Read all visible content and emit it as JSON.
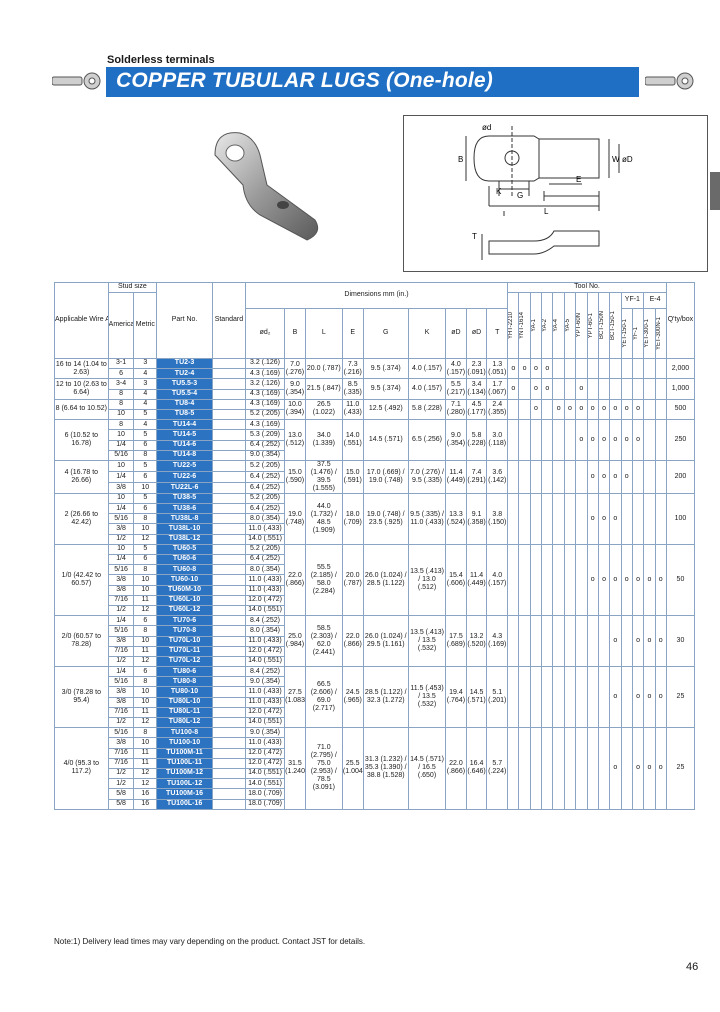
{
  "header": {
    "section": "Solderless terminals",
    "title": "COPPER TUBULAR LUGS (One-hole)"
  },
  "colors": {
    "banner": "#1f6fc4",
    "partno_bg": "#2c73c2",
    "grid": "#8aa4c4"
  },
  "diagram_labels": {
    "phid": "ød",
    "B": "B",
    "W": "W",
    "phiD": "øD",
    "K": "K",
    "E": "E",
    "G": "G",
    "L": "L",
    "T": "T"
  },
  "table": {
    "head": {
      "wire": "Applicable Wire AWG# (mm²)",
      "stud": "Stud size",
      "american": "American",
      "metric": "Metric",
      "partno": "Part No.",
      "standard": "Standard",
      "dims": "Dimensions mm (in.)",
      "tool": "Tool No.",
      "qty": "Q'ty/box",
      "d_cols": [
        "ød₂",
        "B",
        "L",
        "E",
        "G",
        "K",
        "øD",
        "øD",
        "T"
      ],
      "tools": [
        "YHT-2210",
        "YNT-1614",
        "YA-1",
        "YA-2",
        "YA-4",
        "YA-5",
        "YPT-60N",
        "YPT-60-1",
        "BCT-150N",
        "BCT-150-1",
        "YET-150-1",
        "YF-1",
        "YET-300-1",
        "YET-300N-1"
      ],
      "tool_groups": [
        "YF-1",
        "E-4"
      ]
    },
    "groups": [
      {
        "awg": "16 to 14 (1.04 to 2.63)",
        "qty": "2,000",
        "rows": [
          {
            "am": "3-1",
            "me": "3",
            "pn": "TU2-3",
            "d2": "3.2 (.126)"
          },
          {
            "am": "6",
            "me": "4",
            "pn": "TU2-4",
            "d2": "4.3 (.169)"
          }
        ],
        "b": "7.0 (.276)",
        "l": "20.0 (.787)",
        "e": "7.3 (.216)",
        "g": "9.5 (.374)",
        "k": "4.0 (.157)",
        "D": "4.0 (.157)",
        "D2": "2.3 (.091)",
        "t": "1.3 (.051)",
        "tools": [
          "o",
          "o",
          "o",
          "o",
          "",
          "",
          "",
          "",
          "",
          "",
          "",
          "",
          "",
          ""
        ]
      },
      {
        "awg": "12 to 10 (2.63 to 6.64)",
        "qty": "1,000",
        "rows": [
          {
            "am": "3-4",
            "me": "3",
            "pn": "TU5.5-3",
            "d2": "3.2 (.126)"
          },
          {
            "am": "8",
            "me": "4",
            "pn": "TU5.5-4",
            "d2": "4.3 (.169)"
          }
        ],
        "b": "9.0 (.354)",
        "l": "21.5 (.847)",
        "e": "8.5 (.335)",
        "g": "9.5 (.374)",
        "k": "4.0 (.157)",
        "D": "5.5 (.217)",
        "D2": "3.4 (.134)",
        "t": "1.7 (.067)",
        "tools": [
          "o",
          "",
          "o",
          "o",
          "",
          "",
          "o",
          "",
          "",
          "",
          "",
          "",
          "",
          ""
        ]
      },
      {
        "awg": "8 (6.64 to 10.52)",
        "qty": "500",
        "rows": [
          {
            "am": "8",
            "me": "4",
            "pn": "TU8-4",
            "d2": "4.3 (.169)"
          },
          {
            "am": "10",
            "me": "5",
            "pn": "TU8-5",
            "d2": "5.2 (.205)"
          }
        ],
        "b": "10.0 (.394)",
        "l": "26.5 (1.022)",
        "e": "11.0 (.433)",
        "g": "12.5 (.492)",
        "k": "5.8 (.228)",
        "D": "7.1 (.280)",
        "D2": "4.5 (.177)",
        "t": "2.4 (.355)",
        "tools": [
          "",
          "",
          "o",
          "",
          "o",
          "o",
          "o",
          "o",
          "o",
          "o",
          "o",
          "o",
          "",
          ""
        ]
      },
      {
        "awg": "6 (10.52 to 16.78)",
        "qty": "250",
        "rows": [
          {
            "am": "8",
            "me": "4",
            "pn": "TU14-4",
            "d2": "4.3 (.169)"
          },
          {
            "am": "10",
            "me": "5",
            "pn": "TU14-5",
            "d2": "5.3 (.209)"
          },
          {
            "am": "1/4",
            "me": "6",
            "pn": "TU14-6",
            "d2": "6.4 (.252)"
          },
          {
            "am": "5/16",
            "me": "8",
            "pn": "TU14-8",
            "d2": "9.0 (.354)"
          }
        ],
        "b": "13.0 (.512)",
        "l": "34.0 (1.339)",
        "e": "14.0 (.551)",
        "g": "14.5 (.571)",
        "k": "6.5 (.256)",
        "D": "9.0 (.354)",
        "D2": "5.8 (.228)",
        "t": "3.0 (.118)",
        "tools": [
          "",
          "",
          "",
          "",
          "",
          "",
          "o",
          "o",
          "o",
          "o",
          "o",
          "o",
          "",
          ""
        ]
      },
      {
        "awg": "4 (16.78 to 26.66)",
        "qty": "200",
        "rows": [
          {
            "am": "10",
            "me": "5",
            "pn": "TU22-5",
            "d2": "5.2 (.205)"
          },
          {
            "am": "1/4",
            "me": "6",
            "pn": "TU22-6",
            "d2": "6.4 (.252)"
          },
          {
            "am": "3/8",
            "me": "10",
            "pn": "TU22L-6",
            "d2": "6.4 (.252)"
          }
        ],
        "b": "15.0 (.590)",
        "l": "37.5 (1.476) / 39.5 (1.555)",
        "e": "15.0 (.591)",
        "g": "17.0 (.669) / 19.0 (.748)",
        "k": "7.0 (.276) / 9.5 (.335)",
        "D": "11.4 (.449)",
        "D2": "7.4 (.291)",
        "t": "3.6 (.142)",
        "tools": [
          "",
          "",
          "",
          "",
          "",
          "",
          "",
          "o",
          "o",
          "o",
          "o",
          "",
          "",
          ""
        ]
      },
      {
        "awg": "2 (26.66 to 42.42)",
        "qty": "100",
        "rows": [
          {
            "am": "10",
            "me": "5",
            "pn": "TU38-5",
            "d2": "5.2 (.205)"
          },
          {
            "am": "1/4",
            "me": "6",
            "pn": "TU38-6",
            "d2": "6.4 (.252)"
          },
          {
            "am": "5/16",
            "me": "8",
            "pn": "TU38L-8",
            "d2": "8.0 (.354)"
          },
          {
            "am": "3/8",
            "me": "10",
            "pn": "TU38L-10",
            "d2": "11.0 (.433)"
          },
          {
            "am": "1/2",
            "me": "12",
            "pn": "TU38L-12",
            "d2": "14.0 (.551)"
          }
        ],
        "b": "19.0 (.748)",
        "l": "44.0 (1.732) / 48.5 (1.909)",
        "e": "18.0 (.709)",
        "g": "19.0 (.748) / 23.5 (.925)",
        "k": "9.5 (.335) / 11.0 (.433)",
        "D": "13.3 (.524)",
        "D2": "9.1 (.358)",
        "t": "3.8 (.150)",
        "tools": [
          "",
          "",
          "",
          "",
          "",
          "",
          "",
          "o",
          "o",
          "o",
          "",
          "",
          "",
          ""
        ]
      },
      {
        "awg": "1/0 (42.42 to 60.57)",
        "qty": "50",
        "rows": [
          {
            "am": "10",
            "me": "5",
            "pn": "TU60-5",
            "d2": "5.2 (.205)"
          },
          {
            "am": "1/4",
            "me": "6",
            "pn": "TU60-6",
            "d2": "6.4 (.252)"
          },
          {
            "am": "5/16",
            "me": "8",
            "pn": "TU60-8",
            "d2": "8.0 (.354)"
          },
          {
            "am": "3/8",
            "me": "10",
            "pn": "TU60-10",
            "d2": "11.0 (.433)"
          },
          {
            "am": "3/8",
            "me": "10",
            "pn": "TU60M-10",
            "d2": "11.0 (.433)"
          },
          {
            "am": "7/16",
            "me": "11",
            "pn": "TU60L-10",
            "d2": "12.0 (.472)"
          },
          {
            "am": "1/2",
            "me": "12",
            "pn": "TU60L-12",
            "d2": "14.0 (.551)"
          }
        ],
        "b": "22.0 (.866)",
        "l": "55.5 (2.185) / 58.0 (2.284)",
        "e": "20.0 (.787)",
        "g": "26.0 (1.024) / 28.5 (1.122)",
        "k": "13.5 (.413) / 13.0 (.512)",
        "D": "15.4 (.606)",
        "D2": "11.4 (.449)",
        "t": "4.0 (.157)",
        "tools": [
          "",
          "",
          "",
          "",
          "",
          "",
          "",
          "o",
          "o",
          "o",
          "o",
          "o",
          "o",
          "o"
        ]
      },
      {
        "awg": "2/0 (60.57 to 78.28)",
        "qty": "30",
        "rows": [
          {
            "am": "1/4",
            "me": "6",
            "pn": "TU70-6",
            "d2": "8.4 (.252)"
          },
          {
            "am": "5/16",
            "me": "8",
            "pn": "TU70-8",
            "d2": "8.0 (.354)"
          },
          {
            "am": "3/8",
            "me": "10",
            "pn": "TU70L-10",
            "d2": "11.0 (.433)"
          },
          {
            "am": "7/16",
            "me": "11",
            "pn": "TU70L-11",
            "d2": "12.0 (.472)"
          },
          {
            "am": "1/2",
            "me": "12",
            "pn": "TU70L-12",
            "d2": "14.0 (.551)"
          }
        ],
        "b": "25.0 (.984)",
        "l": "58.5 (2.303) / 62.0 (2.441)",
        "e": "22.0 (.866)",
        "g": "26.0 (1.024) / 29.5 (1.161)",
        "k": "13.5 (.413) / 13.5 (.532)",
        "D": "17.5 (.689)",
        "D2": "13.2 (.520)",
        "t": "4.3 (.169)",
        "tools": [
          "",
          "",
          "",
          "",
          "",
          "",
          "",
          "",
          "",
          "o",
          "",
          "o",
          "o",
          "o"
        ]
      },
      {
        "awg": "3/0 (78.28 to 95.4)",
        "qty": "25",
        "rows": [
          {
            "am": "1/4",
            "me": "6",
            "pn": "TU80-6",
            "d2": "8.4 (.252)"
          },
          {
            "am": "5/16",
            "me": "8",
            "pn": "TU80-8",
            "d2": "9.0 (.354)"
          },
          {
            "am": "3/8",
            "me": "10",
            "pn": "TU80-10",
            "d2": "11.0 (.433)"
          },
          {
            "am": "3/8",
            "me": "10",
            "pn": "TU80L-10",
            "d2": "11.0 (.433)"
          },
          {
            "am": "7/16",
            "me": "11",
            "pn": "TU80L-11",
            "d2": "12.0 (.472)"
          },
          {
            "am": "1/2",
            "me": "12",
            "pn": "TU80L-12",
            "d2": "14.0 (.551)"
          }
        ],
        "b": "27.5 (1.083)",
        "l": "66.5 (2.606) / 69.0 (2.717)",
        "e": "24.5 (.965)",
        "g": "28.5 (1.122) / 32.3 (1.272)",
        "k": "11.5 (.453) / 13.5 (.532)",
        "D": "19.4 (.764)",
        "D2": "14.5 (.571)",
        "t": "5.1 (.201)",
        "tools": [
          "",
          "",
          "",
          "",
          "",
          "",
          "",
          "",
          "",
          "o",
          "",
          "o",
          "o",
          "o"
        ]
      },
      {
        "awg": "4/0 (95.3 to 117.2)",
        "qty": "25",
        "rows": [
          {
            "am": "5/16",
            "me": "8",
            "pn": "TU100-8",
            "d2": "9.0 (.354)"
          },
          {
            "am": "3/8",
            "me": "10",
            "pn": "TU100-10",
            "d2": "11.0 (.433)"
          },
          {
            "am": "7/16",
            "me": "11",
            "pn": "TU100M-11",
            "d2": "12.0 (.472)"
          },
          {
            "am": "7/16",
            "me": "11",
            "pn": "TU100L-11",
            "d2": "12.0 (.472)"
          },
          {
            "am": "1/2",
            "me": "12",
            "pn": "TU100M-12",
            "d2": "14.0 (.551)"
          },
          {
            "am": "1/2",
            "me": "12",
            "pn": "TU100L-12",
            "d2": "14.0 (.551)"
          },
          {
            "am": "5/8",
            "me": "16",
            "pn": "TU100M-16",
            "d2": "18.0 (.709)"
          },
          {
            "am": "5/8",
            "me": "16",
            "pn": "TU100L-16",
            "d2": "18.0 (.709)"
          }
        ],
        "b": "31.5 (1.240)",
        "l": "71.0 (2.795) / 75.0 (2.953) / 78.5 (3.091)",
        "e": "25.5 (1.004)",
        "g": "31.3 (1.232) / 35.3 (1.390) / 38.8 (1.528)",
        "k": "14.5 (.571) / 16.5 (.650)",
        "D": "22.0 (.866)",
        "D2": "16.4 (.646)",
        "t": "5.7 (.224)",
        "tools": [
          "",
          "",
          "",
          "",
          "",
          "",
          "",
          "",
          "",
          "o",
          "",
          "o",
          "o",
          "o"
        ]
      }
    ]
  },
  "note": "Note:1) Delivery lead times may vary depending on the product. Contact JST for details.",
  "page_number": "46"
}
